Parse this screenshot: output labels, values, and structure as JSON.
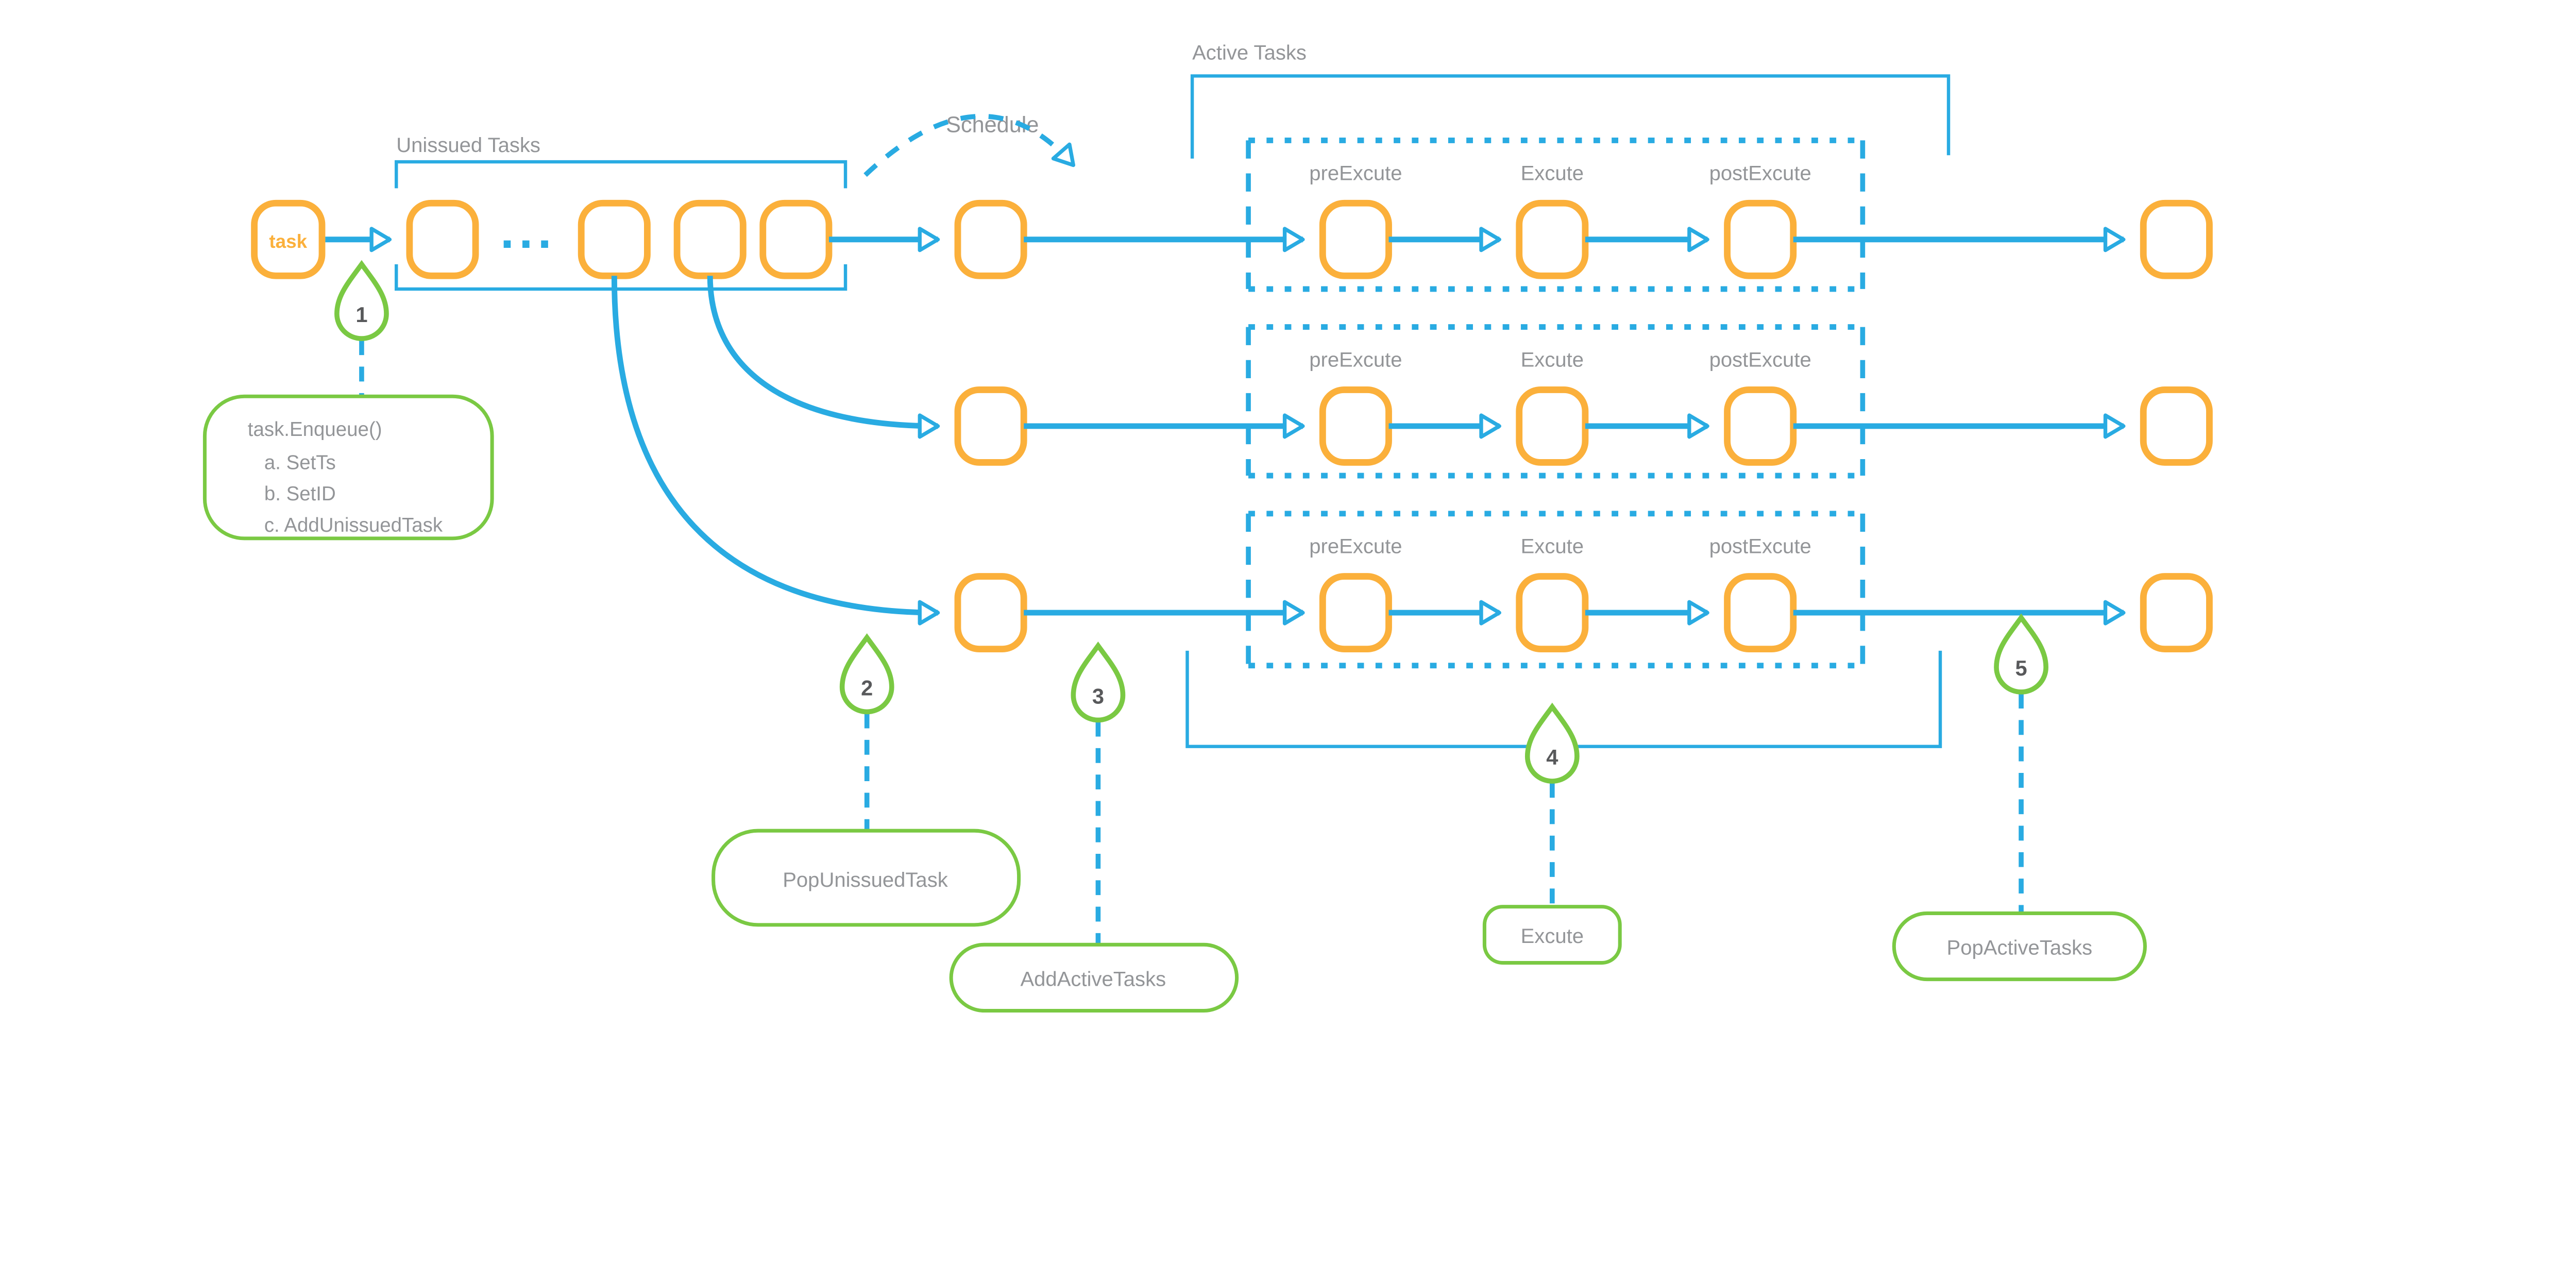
{
  "labels": {
    "unissued_tasks": "Unissued Tasks",
    "schedule": "Schedule",
    "active_tasks": "Active Tasks",
    "ellipsis": "..."
  },
  "node_labels": {
    "task": "task"
  },
  "stages": {
    "pre": "preExcute",
    "exec": "Excute",
    "post": "postExcute"
  },
  "pins": [
    {
      "number": "1"
    },
    {
      "number": "2"
    },
    {
      "number": "3"
    },
    {
      "number": "4"
    },
    {
      "number": "5"
    }
  ],
  "callouts": {
    "enqueue": {
      "line1": "task.Enqueue()",
      "line2": "a. SetTs",
      "line3": "b. SetID",
      "line4": "c. AddUnissuedTask"
    },
    "pop_unissued": {
      "label": "PopUnissuedTask"
    },
    "add_active": {
      "label": "AddActiveTasks"
    },
    "excute": {
      "label": "Excute"
    },
    "pop_active": {
      "label": "PopActiveTasks"
    }
  },
  "colors": {
    "blue": "#29ABE2",
    "orange": "#FBB03B",
    "green": "#7AC943",
    "gray": "#939598",
    "dark_gray": "#58595B"
  }
}
